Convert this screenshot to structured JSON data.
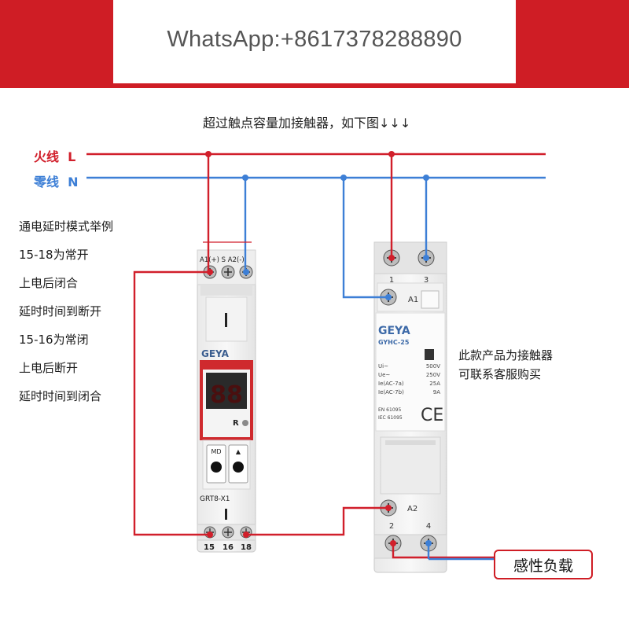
{
  "header": {
    "whatsapp": "WhatsApp:+8617378288890"
  },
  "colors": {
    "band_red": "#cf1d25",
    "live_red": "#d11f2b",
    "neutral_blue": "#3d7fd6"
  },
  "diagram": {
    "note_top": "超过触点容量加接触器，如下图↓↓↓",
    "live_label": "火线",
    "live_letter": "L",
    "neutral_label": "零线",
    "neutral_letter": "N",
    "example_lines": [
      "通电延时模式举例",
      "15-18为常开",
      "上电后闭合",
      "延时时间到断开",
      "15-16为常闭",
      "上电后断开",
      "延时时间到闭合"
    ],
    "relay": {
      "brand": "GEYA",
      "model": "GRT8-X1",
      "terminal_top": "A1(+)  S  A2(-)",
      "btn_md": "MD",
      "btn_up": "▲",
      "r_label": "R",
      "terminals_bottom": [
        "15",
        "16",
        "18"
      ]
    },
    "contactor": {
      "brand": "GEYA",
      "model": "GYHC-25",
      "top_terminals": [
        "1",
        "3"
      ],
      "bottom_terminals": [
        "2",
        "4"
      ],
      "a1": "A1",
      "a2": "A2",
      "specs": [
        {
          "k": "Ui~",
          "v": "500V"
        },
        {
          "k": "Ue~",
          "v": "250V"
        },
        {
          "k": "Ie(AC-7a)",
          "v": "25A"
        },
        {
          "k": "Ie(AC-7b)",
          "v": "9A"
        }
      ],
      "standards": [
        "EN 61095",
        "IEC 61095"
      ],
      "ce": "CE"
    },
    "contactor_note": [
      "此款产品为接触器",
      "可联系客服购买"
    ],
    "load_label": "感性负载"
  }
}
